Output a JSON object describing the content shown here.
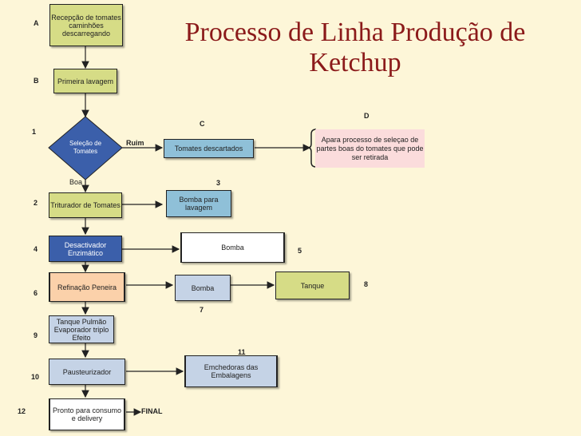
{
  "title": "Processo de Linha Produção de Ketchup",
  "boxes": {
    "rececao": "Recepção de tomates caminhões descarregando",
    "primeira": "Primeira lavagem",
    "selecao": "Seleção de Tomates",
    "descartados": "Tomates descartados",
    "apara": "Apara processo de seleçao de partes boas do tomates que pode ser retirada",
    "triturador": "Triturador de Tomates",
    "bomba_lavagem": "Bomba para lavagem",
    "desactivador": "Desactivador Enzimático",
    "bomba5": "Bomba",
    "refinacao": "Refinação Peneira",
    "bomba7": "Bomba",
    "tanque": "Tanque",
    "tanque_pulmao": "Tanque Pulmão Evaporador triplo Efeito",
    "pasteurizador": "Pausteurizador",
    "enchedoras": "Emchedoras das Embalagens",
    "pronto": "Pronto para consumo e delivery"
  },
  "labels": {
    "A": "A",
    "B": "B",
    "C": "C",
    "D": "D",
    "n1": "1",
    "n2": "2",
    "n3": "3",
    "n4": "4",
    "n5": "5",
    "n6": "6",
    "n7": "7",
    "n8": "8",
    "n9": "9",
    "n10": "10",
    "n11": "11",
    "n12": "12",
    "ruim": "Ruim",
    "boa": "Boa",
    "final": "FINAL"
  }
}
